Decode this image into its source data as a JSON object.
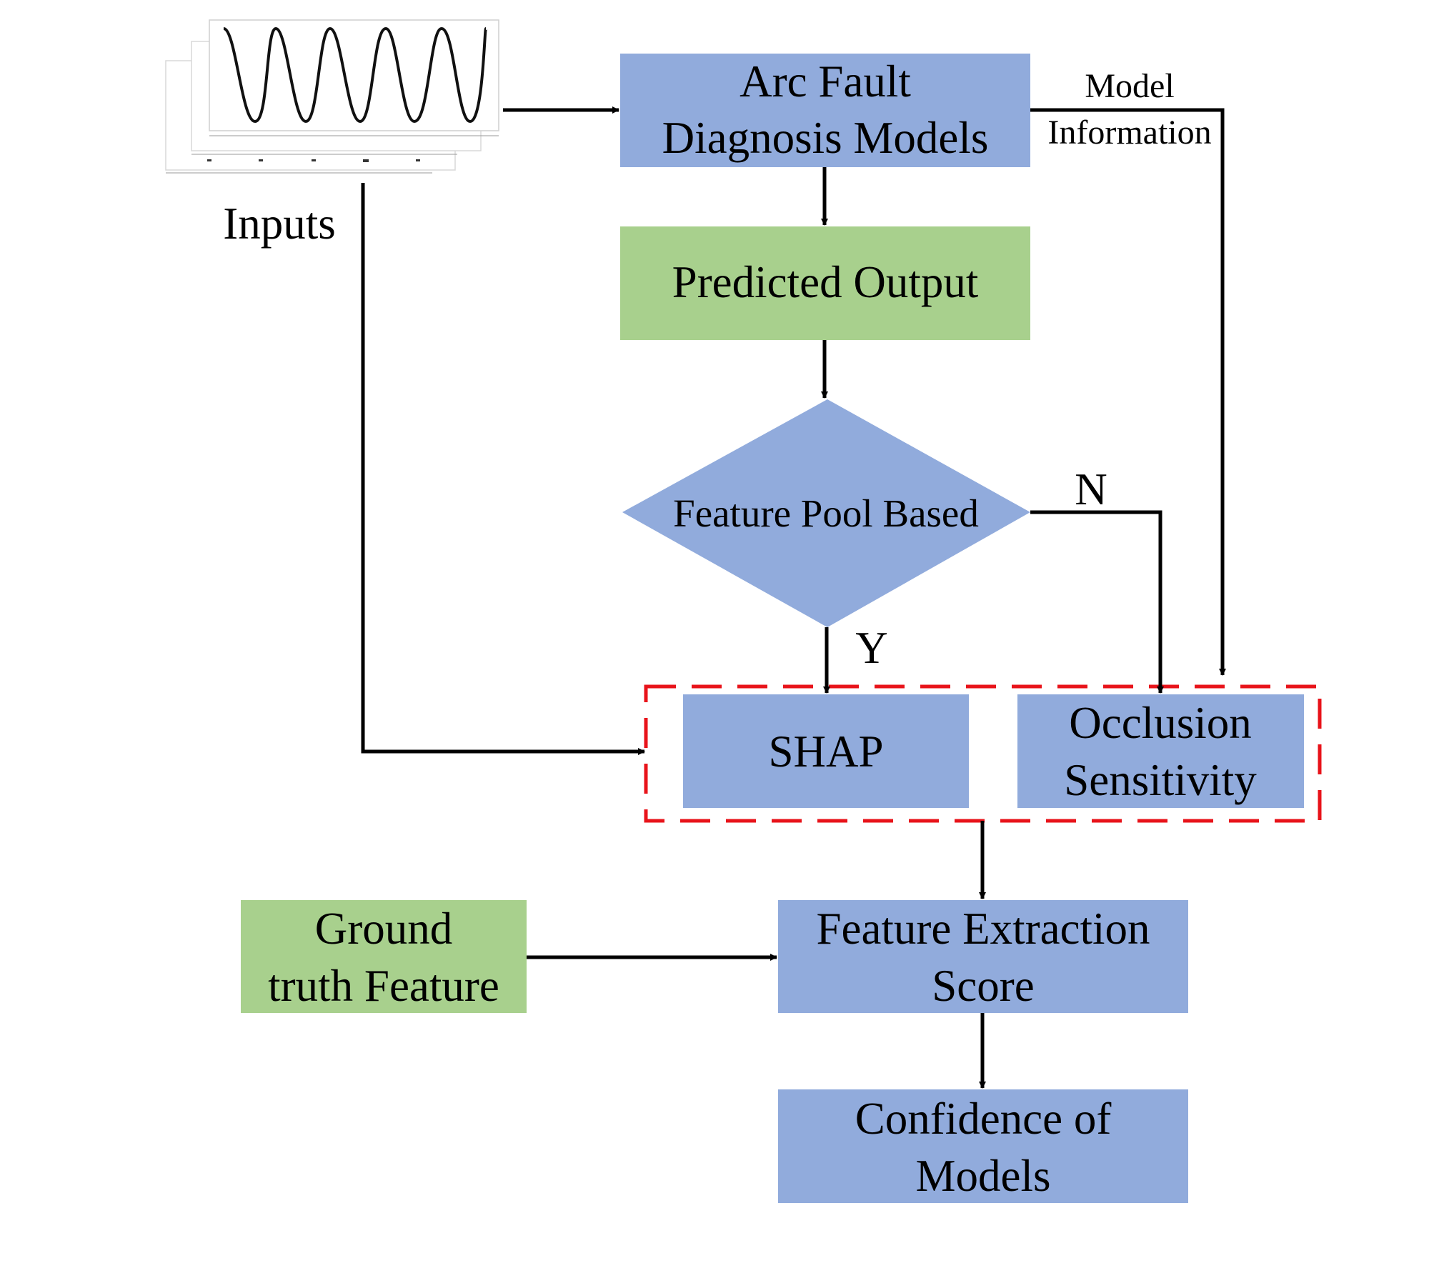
{
  "colors": {
    "blue_box": "#91abdc",
    "green_box": "#a8d08d",
    "arrow": "#000000",
    "dashed_group": "#e8131a"
  },
  "inputs": {
    "label": "Inputs",
    "thumbnail_icon": "waveform-plot-icon"
  },
  "nodes": {
    "arc_fault": {
      "line1": "Arc Fault",
      "line2": "Diagnosis Models"
    },
    "predicted_output": {
      "label": "Predicted Output"
    },
    "decision": {
      "label": "Feature Pool Based"
    },
    "shap": {
      "label": "SHAP"
    },
    "occlusion": {
      "line1": "Occlusion",
      "line2": "Sensitivity"
    },
    "ground_truth": {
      "line1": "Ground",
      "line2": "truth Feature"
    },
    "feature_score": {
      "line1": "Feature Extraction",
      "line2": "Score"
    },
    "confidence": {
      "line1": "Confidence of",
      "line2": "Models"
    }
  },
  "edge_labels": {
    "model_info_line1": "Model",
    "model_info_line2": "Information",
    "no": "N",
    "yes": "Y"
  }
}
